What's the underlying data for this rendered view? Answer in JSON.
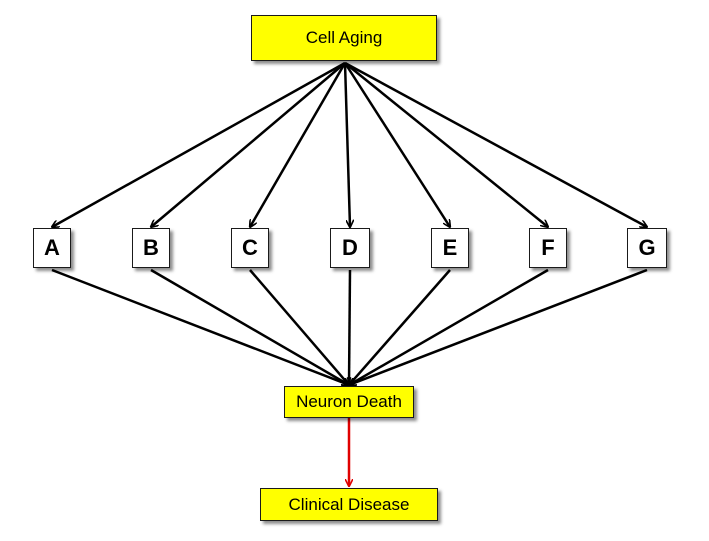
{
  "top_node": {
    "label": "Cell Aging"
  },
  "middle_nodes": [
    {
      "label": "A"
    },
    {
      "label": "B"
    },
    {
      "label": "C"
    },
    {
      "label": "D"
    },
    {
      "label": "E"
    },
    {
      "label": "F"
    },
    {
      "label": "G"
    }
  ],
  "convergence_node": {
    "label": "Neuron Death"
  },
  "outcome_node": {
    "label": "Clinical Disease"
  },
  "colors": {
    "box_fill": "#ffff00",
    "arrow_black": "#000000",
    "arrow_red": "#e00000"
  }
}
